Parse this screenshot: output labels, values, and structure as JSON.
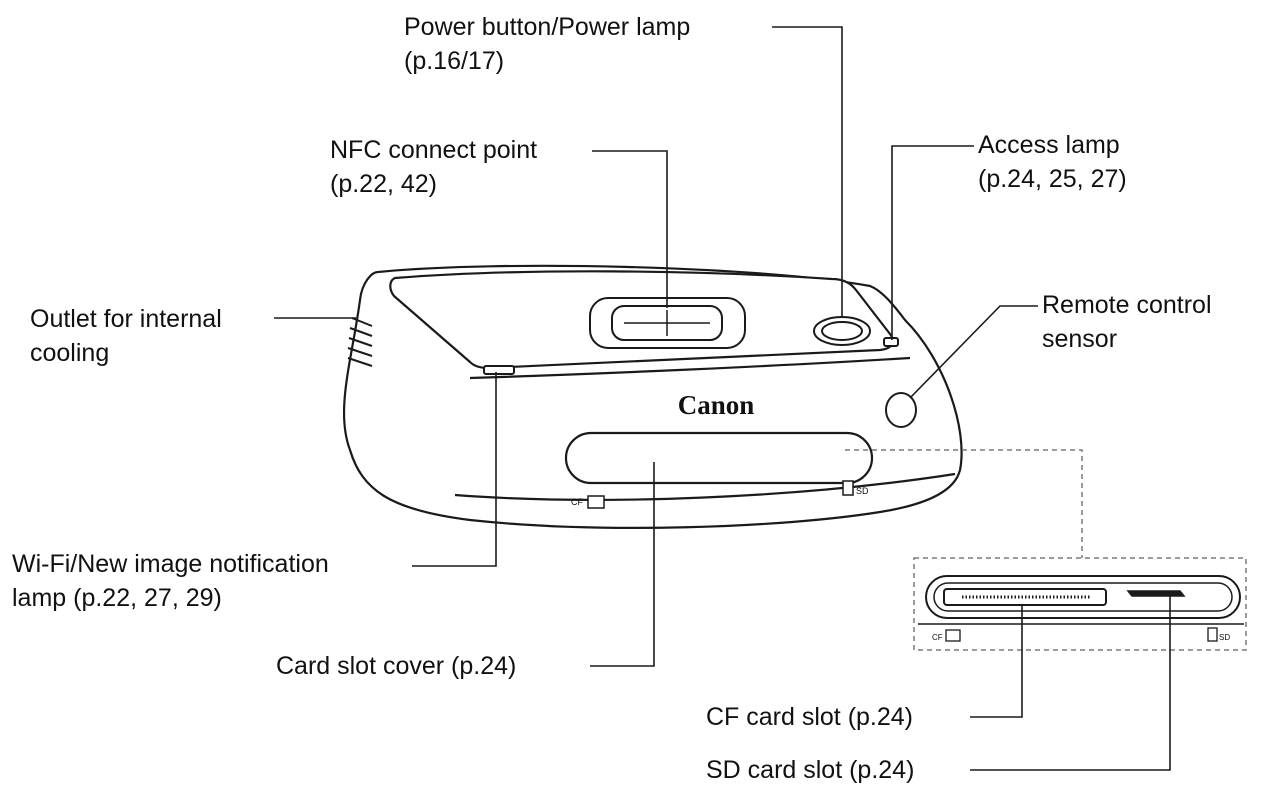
{
  "labels": {
    "power": {
      "line1": "Power button/Power lamp",
      "line2": "(p.16/17)"
    },
    "nfc": {
      "line1": "NFC connect point",
      "line2": "(p.22, 42)"
    },
    "access": {
      "line1": "Access lamp",
      "line2": "(p.24, 25, 27)"
    },
    "outlet": {
      "line1": "Outlet for internal",
      "line2": "cooling"
    },
    "remote": {
      "line1": "Remote control",
      "line2": "sensor"
    },
    "wifi": {
      "line1": "Wi-Fi/New image notification",
      "line2": "lamp (p.22, 27, 29)"
    },
    "card_cover": {
      "line1": "Card slot cover (p.24)"
    },
    "cf_slot": {
      "line1": "CF card slot (p.24)"
    },
    "sd_slot": {
      "line1": "SD card slot (p.24)"
    }
  },
  "device": {
    "brand": "Canon",
    "cf_mark": "CF",
    "sd_mark": "SD"
  },
  "colors": {
    "line": "#1a1a1a",
    "body_fill": "#ffffff",
    "dash": "#7a7a7a"
  }
}
